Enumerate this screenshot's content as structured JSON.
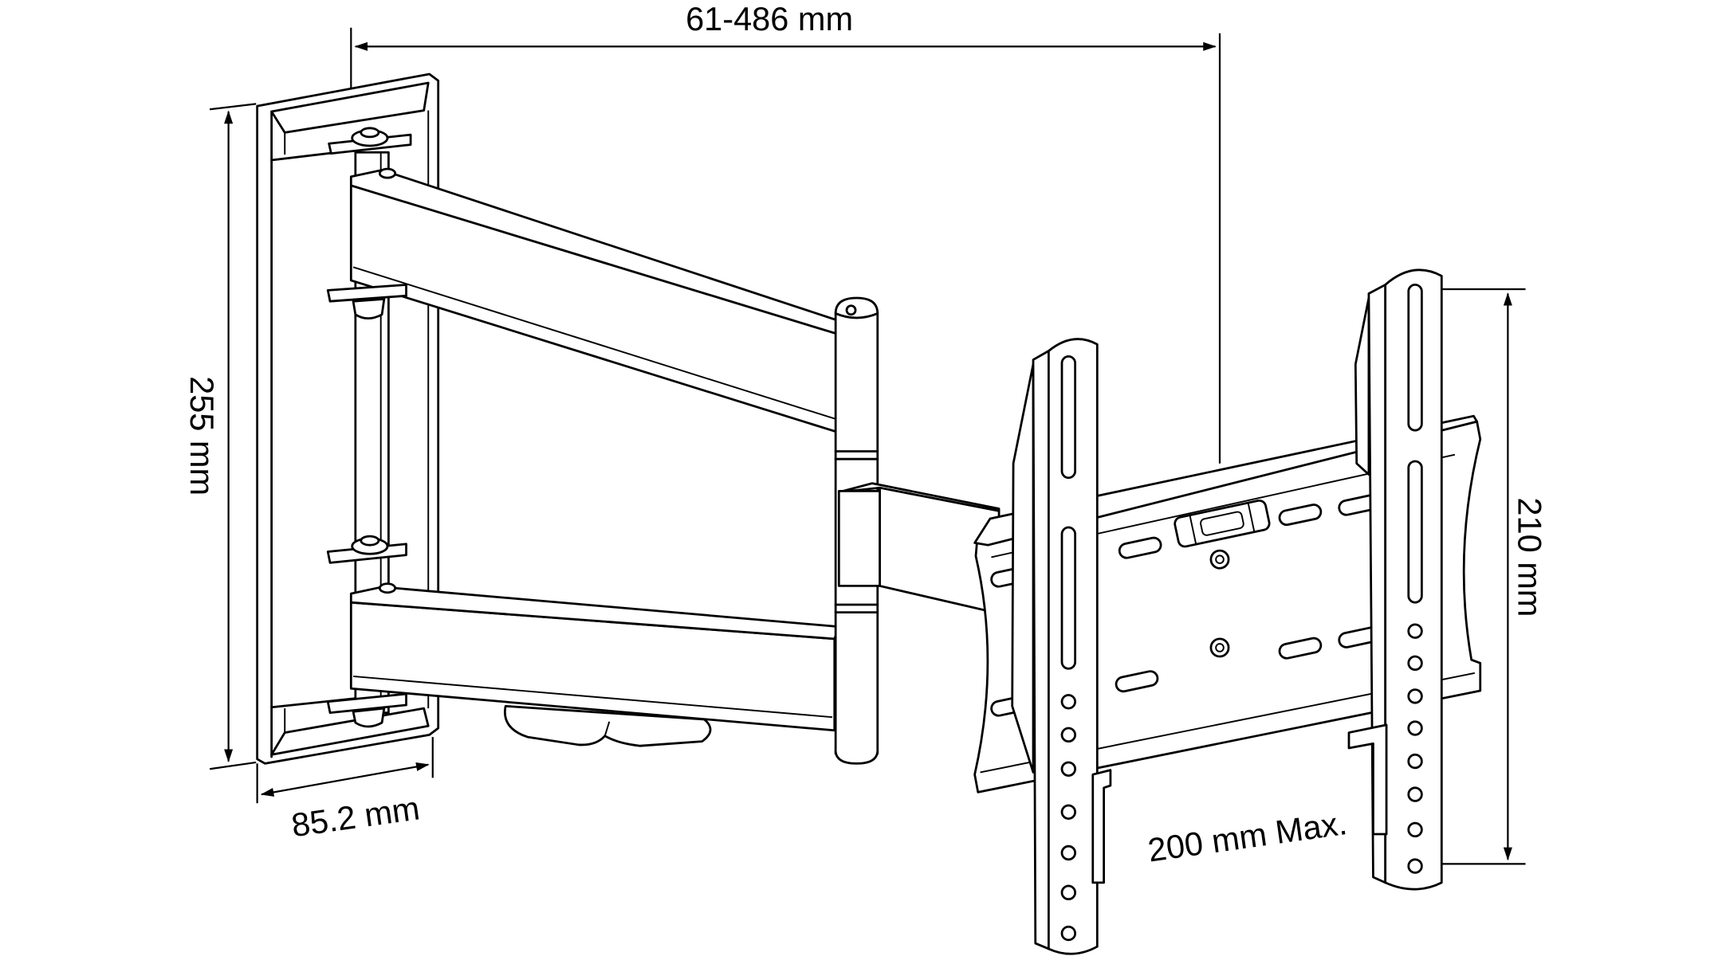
{
  "dimensions": {
    "top": "61-486 mm",
    "left": "255 mm",
    "bottom_left": "85.2 mm",
    "bottom_right": "200 mm Max.",
    "right": "210 mm"
  },
  "colors": {
    "line": "#000000",
    "background": "#ffffff"
  }
}
